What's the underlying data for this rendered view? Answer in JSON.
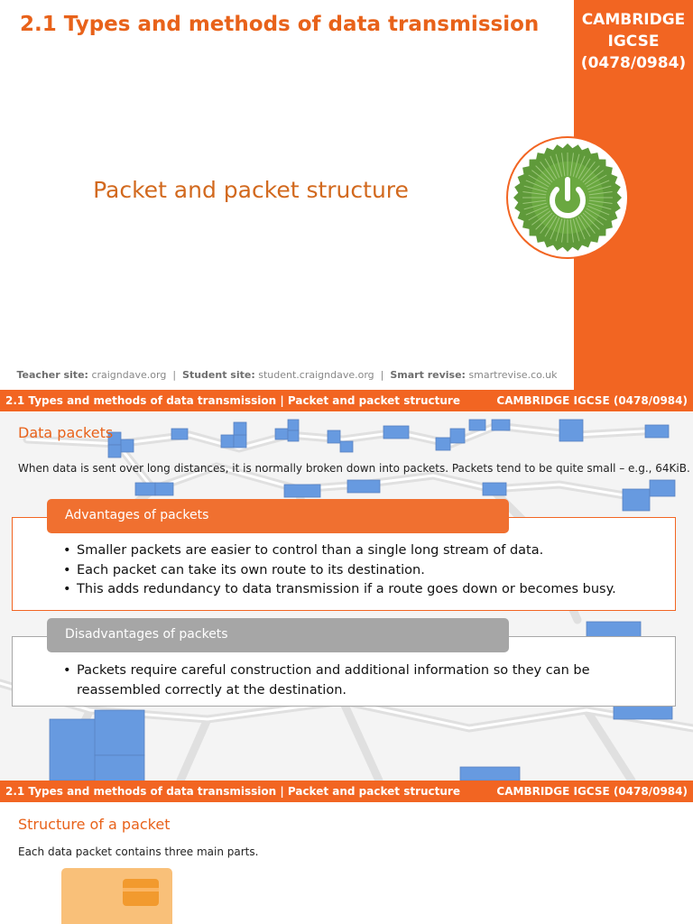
{
  "slide1": {
    "title": "2.1 Types and methods of data transmission",
    "course_lines": [
      "CAMBRIDGE",
      "IGCSE",
      "(0478/0984)"
    ],
    "subtitle": "Packet and packet structure",
    "footer": {
      "teacher_label": "Teacher site:",
      "teacher_value": "craigndave.org",
      "student_label": "Student site:",
      "student_value": "student.craigndave.org",
      "revise_label": "Smart revise:",
      "revise_value": "smartrevise.co.uk",
      "separator": "|"
    },
    "logo_icon": "power-button-icon"
  },
  "header": {
    "left": "2.1 Types and methods of data transmission | Packet and packet structure",
    "right": "CAMBRIDGE IGCSE (0478/0984)"
  },
  "slide2": {
    "heading": "Data packets",
    "intro": "When data is sent over long distances, it is normally broken down into packets. Packets tend to be quite small – e.g., 64KiB.",
    "advantages": {
      "title": "Advantages of packets",
      "items": [
        "Smaller packets are easier to control than a single long stream of data.",
        "Each packet can take its own route to its destination.",
        "This adds redundancy to data transmission if a route goes down or becomes busy."
      ]
    },
    "disadvantages": {
      "title": "Disadvantages of packets",
      "items": [
        "Packets require careful construction and additional information so they can be reassembled correctly at the destination."
      ]
    }
  },
  "slide3": {
    "heading": "Structure of a packet",
    "text": "Each data packet contains three main parts."
  },
  "colors": {
    "accent": "#f26522",
    "heading": "#e8621a",
    "disadvantage_tab": "#a6a6a6",
    "logo_green": "#5f9a3a"
  }
}
